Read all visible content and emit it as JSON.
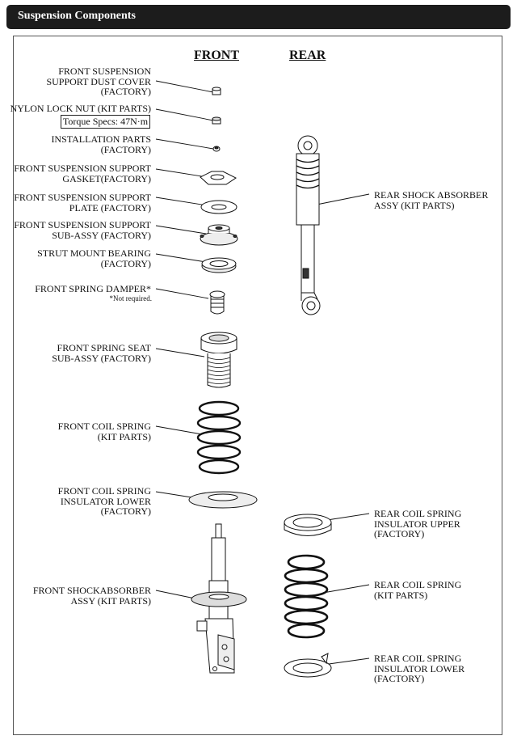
{
  "header": {
    "title": "Suspension Components"
  },
  "columns": {
    "front": "FRONT",
    "rear": "REAR"
  },
  "front_labels": [
    {
      "lines": [
        "FRONT SUSPENSION",
        "SUPPORT DUST COVER",
        "(FACTORY)"
      ]
    },
    {
      "lines": [
        "NYLON LOCK NUT (KIT PARTS)"
      ]
    },
    {
      "lines": [
        "INSTALLATION PARTS",
        "(FACTORY)"
      ]
    },
    {
      "lines": [
        "FRONT SUSPENSION SUPPORT",
        "GASKET(FACTORY)"
      ]
    },
    {
      "lines": [
        "FRONT SUSPENSION SUPPORT",
        "PLATE (FACTORY)"
      ]
    },
    {
      "lines": [
        "FRONT SUSPENSION SUPPORT",
        "SUB-ASSY (FACTORY)"
      ]
    },
    {
      "lines": [
        "STRUT MOUNT BEARING",
        "(FACTORY)"
      ]
    },
    {
      "lines": [
        "FRONT SPRING DAMPER*"
      ]
    },
    {
      "lines": [
        "FRONT SPRING SEAT",
        "SUB-ASSY (FACTORY)"
      ]
    },
    {
      "lines": [
        "FRONT COIL SPRING",
        "(KIT PARTS)"
      ]
    },
    {
      "lines": [
        "FRONT COIL SPRING",
        "INSULATOR LOWER",
        "(FACTORY)"
      ]
    },
    {
      "lines": [
        "FRONT SHOCKABSORBER",
        "ASSY (KIT PARTS)"
      ]
    }
  ],
  "torque_spec": "Torque Specs: 47N·m",
  "note": "*Not required.",
  "rear_labels": [
    {
      "lines": [
        "REAR SHOCK ABSORBER",
        "ASSY (KIT PARTS)"
      ]
    },
    {
      "lines": [
        "REAR COIL SPRING",
        "INSULATOR UPPER",
        "(FACTORY)"
      ]
    },
    {
      "lines": [
        "REAR COIL SPRING",
        "(KIT PARTS)"
      ]
    },
    {
      "lines": [
        "REAR COIL SPRING",
        "INSULATOR LOWER",
        "(FACTORY)"
      ]
    }
  ]
}
